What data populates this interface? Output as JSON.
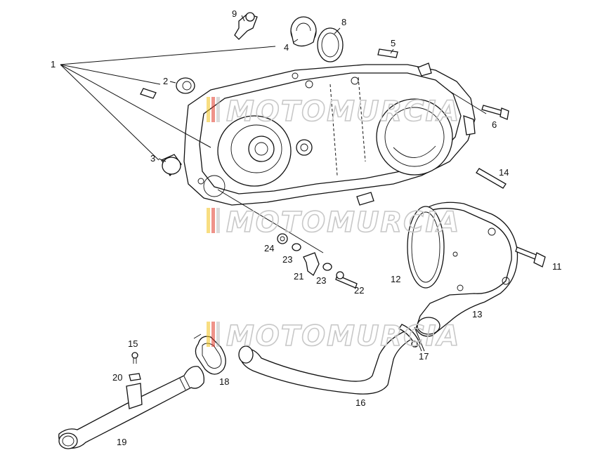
{
  "watermark": {
    "text": "MOTOMURCIA"
  },
  "callouts": [
    "1",
    "2",
    "3",
    "4",
    "5",
    "6",
    "8",
    "9",
    "11",
    "12",
    "13",
    "14",
    "15",
    "16",
    "17",
    "18",
    "19",
    "20",
    "21",
    "22",
    "23",
    "23",
    "24"
  ]
}
